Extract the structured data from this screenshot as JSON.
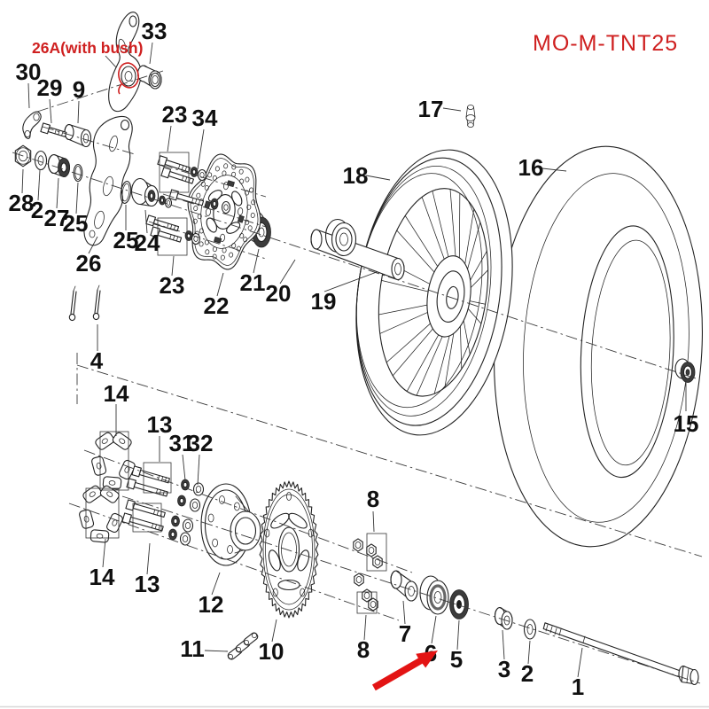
{
  "diagram": {
    "doc_code": "MO-M-TNT25",
    "callout_note": "26A(with bush)",
    "colors": {
      "red_text": "#cf2020",
      "red_arrow": "#e31414",
      "line": "#222222"
    },
    "labels": [
      {
        "t": "30"
      },
      {
        "t": "29"
      },
      {
        "t": "9"
      },
      {
        "t": "33"
      },
      {
        "t": "23"
      },
      {
        "t": "34"
      },
      {
        "t": "17"
      },
      {
        "t": "18"
      },
      {
        "t": "16"
      },
      {
        "t": "28"
      },
      {
        "t": "2"
      },
      {
        "t": "27"
      },
      {
        "t": "25"
      },
      {
        "t": "25"
      },
      {
        "t": "24"
      },
      {
        "t": "26"
      },
      {
        "t": "23"
      },
      {
        "t": "22"
      },
      {
        "t": "21"
      },
      {
        "t": "20"
      },
      {
        "t": "19"
      },
      {
        "t": "4"
      },
      {
        "t": "14"
      },
      {
        "t": "13"
      },
      {
        "t": "31"
      },
      {
        "t": "32"
      },
      {
        "t": "15"
      },
      {
        "t": "14"
      },
      {
        "t": "13"
      },
      {
        "t": "12"
      },
      {
        "t": "8"
      },
      {
        "t": "8"
      },
      {
        "t": "11"
      },
      {
        "t": "10"
      },
      {
        "t": "7"
      },
      {
        "t": "6"
      },
      {
        "t": "5"
      },
      {
        "t": "3"
      },
      {
        "t": "2"
      },
      {
        "t": "1"
      }
    ]
  }
}
